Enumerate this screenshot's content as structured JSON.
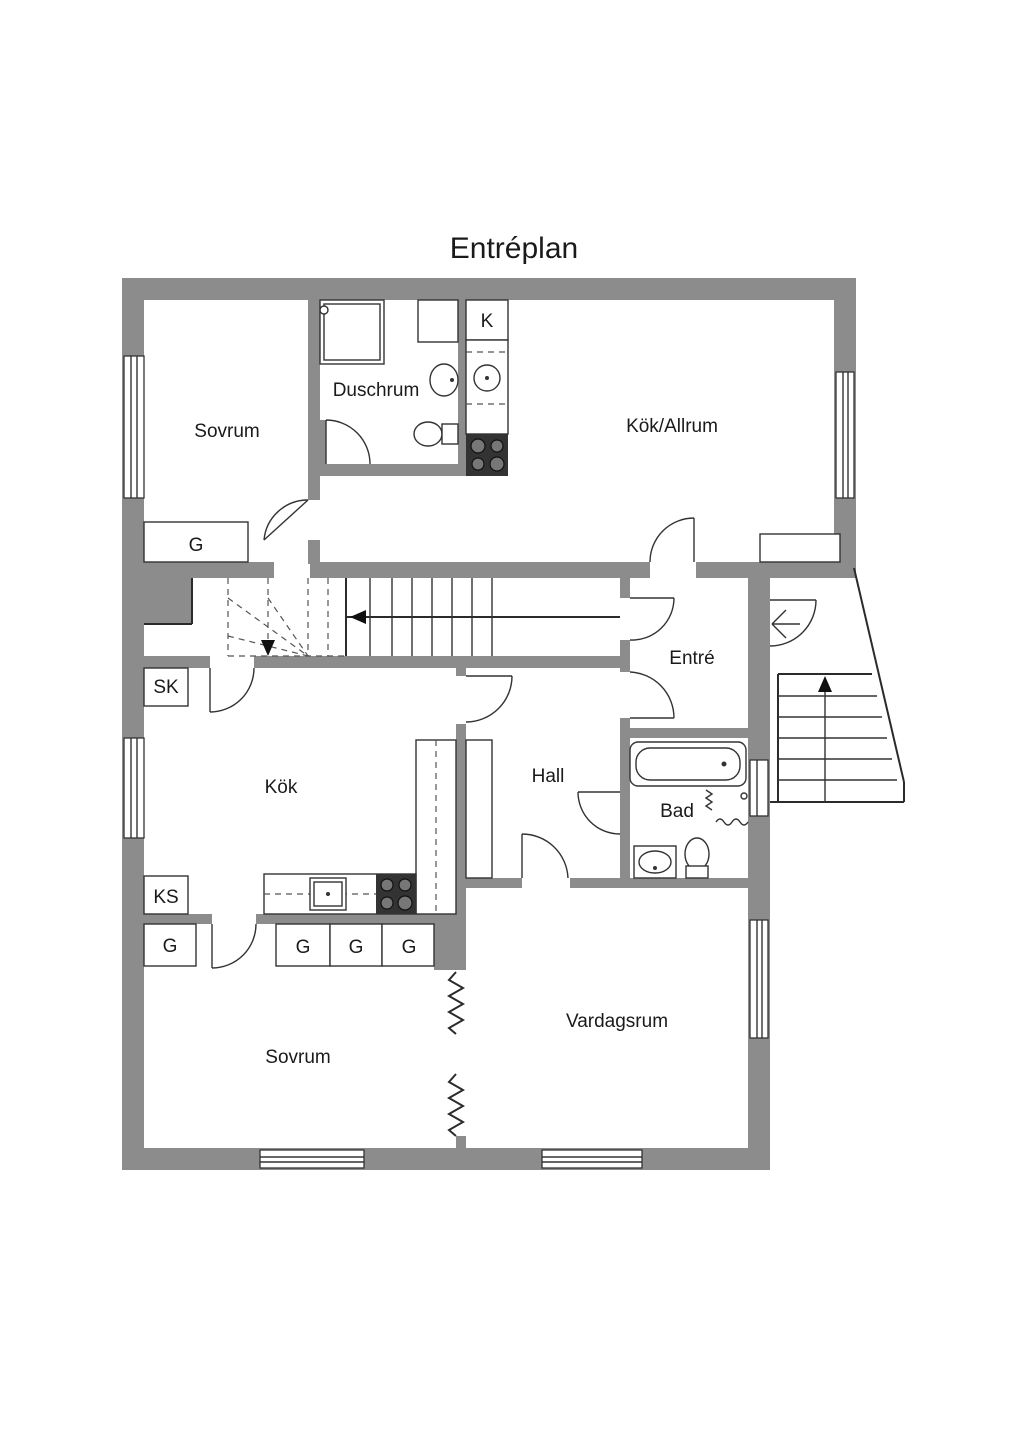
{
  "title": "Entréplan",
  "rooms": {
    "sovrum_top": "Sovrum",
    "duschrum": "Duschrum",
    "kok_allrum": "Kök/Allrum",
    "entre": "Entré",
    "kok": "Kök",
    "hall": "Hall",
    "bad": "Bad",
    "vardagsrum": "Vardagsrum",
    "sovrum_bottom": "Sovrum"
  },
  "labels": {
    "k": "K",
    "g_top": "G",
    "sk": "SK",
    "ks": "KS",
    "g_kok_1": "G",
    "g_kok_2": "G",
    "g_kok_3": "G",
    "g_kok_4": "G"
  }
}
